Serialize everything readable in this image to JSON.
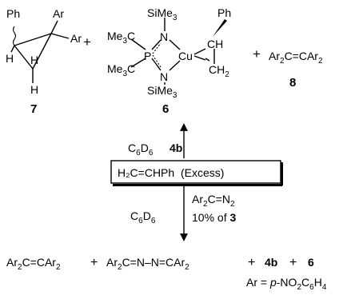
{
  "compound_7": {
    "label": "7",
    "ph": "Ph",
    "ar_top": "Ar",
    "ar_bottom": "Ar",
    "h_left": "H",
    "h_mid": "H",
    "h_bottom": "H"
  },
  "plus_1": "+",
  "plus_2": "+",
  "compound_6": {
    "label": "6",
    "sime3_top": "SiMe",
    "sime3_top_sub": "3",
    "sime3_bottom": "SiMe",
    "sime3_bottom_sub": "3",
    "me3c_top": "Me",
    "me3c_top_sub": "3",
    "me3c_top_tail": "C",
    "me3c_bottom": "Me",
    "me3c_bottom_sub": "3",
    "me3c_bottom_tail": "C",
    "p": "P",
    "n_top": "N",
    "n_bottom": "N",
    "cu": "Cu",
    "ph": "Ph",
    "ch": "CH",
    "ch2": "CH",
    "ch2_sub": "2"
  },
  "compound_8": {
    "label": "8",
    "a1": "Ar",
    "a1_sub": "2",
    "mid": "C=CAr",
    "mid_sub": "2"
  },
  "arrow_up": {
    "solvent": "C",
    "solvent_sub1": "6",
    "solvent_mid": "D",
    "solvent_sub2": "6",
    "reagent": "4b"
  },
  "styrene_box": "H₂C=CHPh  (Excess)",
  "arrow_down": {
    "diazo": "Ar",
    "diazo_sub": "2",
    "diazo_mid": "C=N",
    "diazo_sub2": "2",
    "solvent": "C",
    "solvent_sub1": "6",
    "solvent_mid": "D",
    "solvent_sub2": "6",
    "catalyst": "10% of ",
    "catalyst_bold": "3"
  },
  "products": {
    "p1": "Ar",
    "p1_sub": "2",
    "p1_mid": "C=CAr",
    "p1_sub2": "2",
    "plus_a": "+",
    "p2": "Ar",
    "p2_sub": "2",
    "p2_mid": "C=N–N=CAr",
    "p2_sub2": "2",
    "plus_b": "+",
    "p3": "4b",
    "plus_c": "+",
    "p4": "6"
  },
  "footnote": {
    "pre": "Ar = ",
    "ital": "p",
    "post": "-NO",
    "sub1": "2",
    "mid": "C",
    "sub2": "6",
    "mid2": "H",
    "sub3": "4"
  }
}
